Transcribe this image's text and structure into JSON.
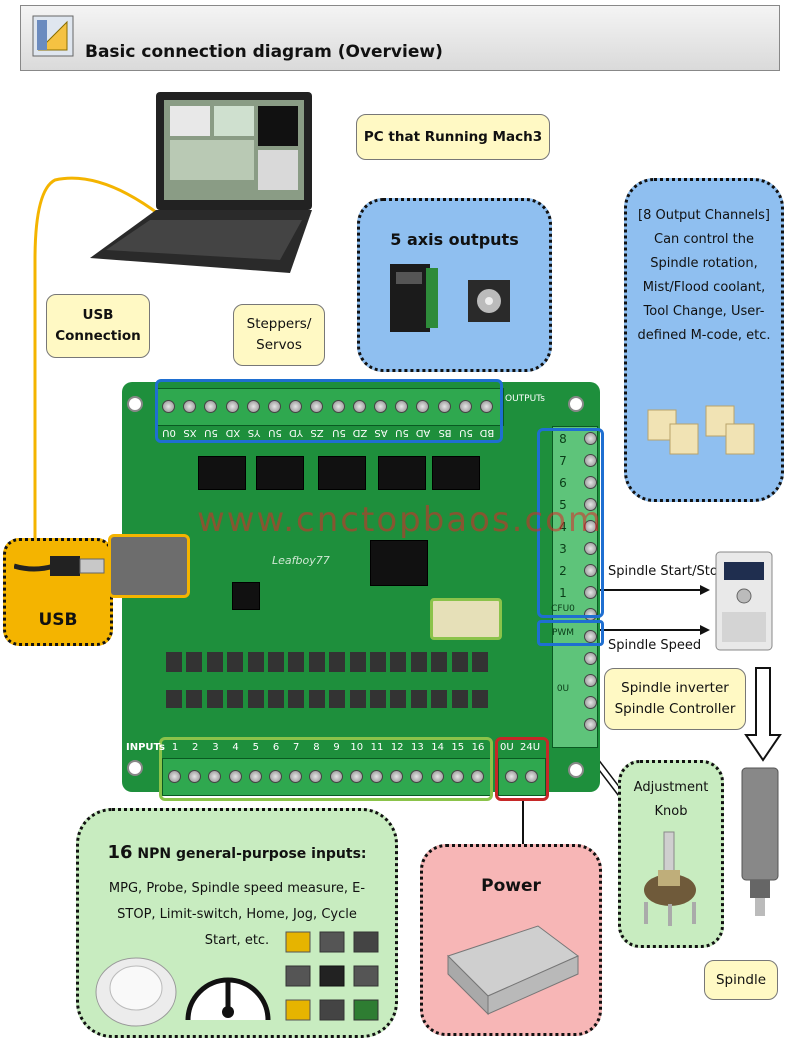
{
  "header": {
    "title": "Basic connection diagram (Overview)",
    "logo_icon": "diagram-ruler-icon"
  },
  "labels": {
    "pc": "PC that Running Mach3",
    "usb_connection": "USB\nConnection",
    "steppers": "Steppers/\nServos",
    "axis_outputs_title": "5 axis outputs",
    "output_channels": "[8 Output Channels] Can control the Spindle rotation, Mist/Flood coolant, Tool Change, User-defined M-code, etc.",
    "usb": "USB",
    "spindle_start_stop": "Spindle Start/Stop",
    "spindle_speed": "Spindle Speed",
    "spindle_inverter": "Spindle inverter\nSpindle Controller",
    "adjustment_knob": "Adjustment\nKnob",
    "spindle": "Spindle",
    "power": "Power",
    "inputs_count": "16",
    "inputs_title": "NPN general-purpose inputs:",
    "inputs_desc": "MPG, Probe, Spindle speed measure, E-STOP, Limit-switch, Home, Jog, Cycle Start, etc.",
    "watermark": "www.cnctopbaos.com"
  },
  "pcb": {
    "axis_terminal_labels": [
      "0U",
      "XS",
      "5U",
      "XD",
      "YS",
      "5U",
      "YD",
      "ZS",
      "5U",
      "ZD",
      "AS",
      "5U",
      "AD",
      "BS",
      "5U",
      "BD"
    ],
    "input_numbers": [
      "1",
      "2",
      "3",
      "4",
      "5",
      "6",
      "7",
      "8",
      "9",
      "10",
      "11",
      "12",
      "13",
      "14",
      "15",
      "16"
    ],
    "output_numbers": [
      "8",
      "7",
      "6",
      "5",
      "4",
      "3",
      "2",
      "1"
    ],
    "text_inputs": "INPUTs",
    "text_outputs": "OUTPUTs",
    "power_labels": [
      "0U",
      "24U"
    ],
    "right_labels": [
      "CFU0",
      "PWM",
      "0U"
    ],
    "brand": "Leafboy77",
    "colors": {
      "pcb_green": "#1e8f3c",
      "terminal_green": "#2fa84f",
      "highlight_blue": "#1f6fd1",
      "highlight_green": "#8bc34a",
      "highlight_red": "#c62828",
      "highlight_yellow": "#f4b400"
    }
  },
  "icons": {
    "laptop": "laptop-icon",
    "stepper_driver": "stepper-driver-icon",
    "stepper_motor": "stepper-motor-icon",
    "relay": "relay-icon",
    "inverter": "inverter-icon",
    "knob": "potentiometer-icon",
    "spindle": "spindle-motor-icon",
    "psu": "power-supply-icon",
    "mpg": "handwheel-icon",
    "gauge": "speed-gauge-icon",
    "switches": "push-switch-icon",
    "usb_cable": "usb-cable-icon"
  }
}
